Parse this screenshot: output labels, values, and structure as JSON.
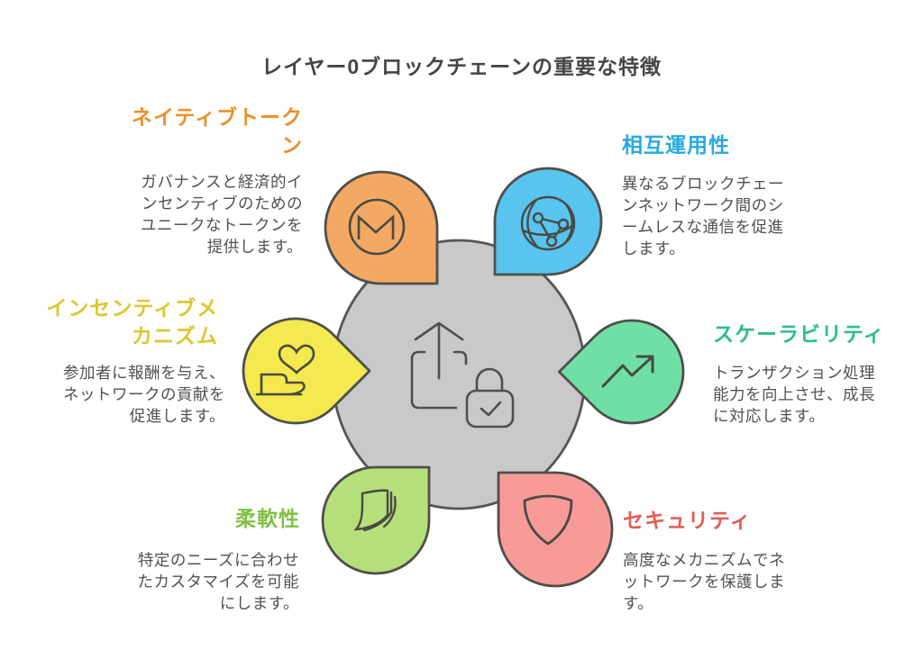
{
  "title": "レイヤー0ブロックチェーンの重要な特徴",
  "center": {
    "fill": "#c9c9c9",
    "icons": [
      "upload-icon",
      "lock-check-icon"
    ]
  },
  "colors": {
    "title_text": "#454547",
    "body_text": "#515156",
    "outline": "#4f4f4a"
  },
  "features": [
    {
      "id": "native-token",
      "label": "ネイティブトーク\nン",
      "description": "ガバナンスと経済的イ\nンセンティブのための\nユニークなトークンを\n提供します。",
      "color": "#f3a963",
      "heading_color": "#ed8f2c",
      "icon": "maker-m-icon"
    },
    {
      "id": "interoperability",
      "label": "相互運用性",
      "description": "異なるブロックチェー\nンネットワーク間のシ\nームレスな通信を促進\nします。",
      "color": "#58c4ef",
      "heading_color": "#28a9e1",
      "icon": "globe-network-icon"
    },
    {
      "id": "incentive-mechanism",
      "label": "インセンティブメ\nカニズム",
      "description": "参加者に報酬を与え、\nネットワークの貢献を\n促進します。",
      "color": "#f4e94e",
      "heading_color": "#dcc730",
      "icon": "hand-heart-icon"
    },
    {
      "id": "scalability",
      "label": "スケーラビリティ",
      "description": "トランザクション処理\n能力を向上させ、成長\nに対応します。",
      "color": "#70dfa6",
      "heading_color": "#2dbe86",
      "icon": "trend-up-icon"
    },
    {
      "id": "flexibility",
      "label": "柔軟性",
      "description": "特定のニーズに合わせ\nたカスタマイズを可能\nにします。",
      "color": "#b5df7b",
      "heading_color": "#7fc142",
      "icon": "flexible-pages-icon"
    },
    {
      "id": "security",
      "label": "セキュリティ",
      "description": "高度なメカニズムでネ\nットワークを保護しま\nす。",
      "color": "#f89b98",
      "heading_color": "#e25b55",
      "icon": "shield-icon"
    }
  ]
}
